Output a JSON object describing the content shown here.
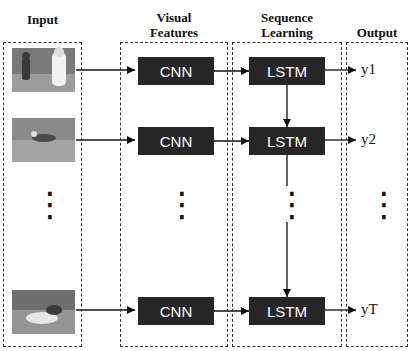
{
  "diagram": {
    "nodes": [
      {
        "text": [
          "Input"
        ]
      },
      {
        "text": [
          "Visual Features"
        ]
      },
      {
        "text": [
          "Sequence Learning"
        ]
      },
      {
        "text": [
          "Output"
        ]
      },
      {
        "text": [
          "CNN"
        ],
        "in": 1
      },
      {
        "text": [
          "CNN"
        ],
        "in": 1
      },
      {
        "text": [
          "CNN"
        ],
        "in": 1
      },
      {
        "text": [
          "LSTM"
        ],
        "in": 2
      },
      {
        "text": [
          "LSTM"
        ],
        "in": 2
      },
      {
        "text": [
          "LSTM"
        ],
        "in": 2
      }
    ],
    "edges": [
      {
        "from": 4,
        "to": 7,
        "arrow": "to"
      },
      {
        "from": 5,
        "to": 8,
        "arrow": "to"
      },
      {
        "from": 6,
        "to": 9,
        "arrow": "to"
      },
      {
        "from": 7,
        "to": 8,
        "arrow": "to"
      },
      {
        "from": 8,
        "to": 9,
        "arrow": "to"
      }
    ],
    "labels": [
      "y1",
      "y2",
      "⋮",
      "⋮",
      "⋮",
      "⋮",
      "yT"
    ]
  }
}
